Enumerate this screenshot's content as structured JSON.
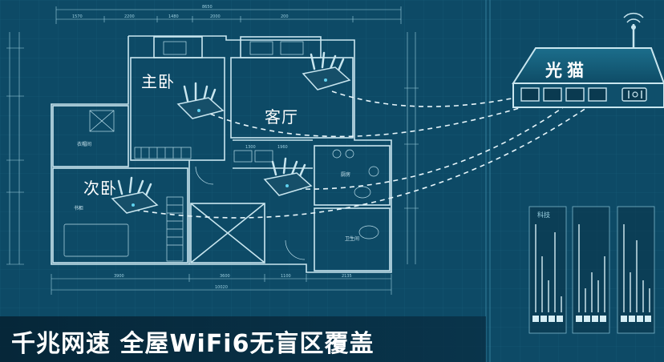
{
  "rooms": {
    "master_bedroom": "主卧",
    "living_room": "客厅",
    "second_bedroom": "次卧"
  },
  "modem": {
    "label": "光猫"
  },
  "panel": {
    "label": "科技"
  },
  "floorplan_labels": {
    "small_1": "衣帽间",
    "small_2": "厨房",
    "small_3": "卫生间",
    "small_4": "书柜"
  },
  "dimensions": {
    "top_total": "8650",
    "top_1": "1570",
    "top_2": "2200",
    "top_3": "1480",
    "top_4": "2000",
    "top_5": "200",
    "bottom_1": "3900",
    "bottom_2": "3600",
    "bottom_3": "1100",
    "bottom_4": "2135",
    "bottom_total": "10020",
    "inner_1": "1300",
    "inner_2": "1960"
  },
  "banner": {
    "text": "千兆网速 全屋WiFi6无盲区覆盖"
  },
  "colors": {
    "background": "#0d4a66",
    "lines": "#b9dde9",
    "accent": "#5fd3f0",
    "text": "#ffffff"
  }
}
